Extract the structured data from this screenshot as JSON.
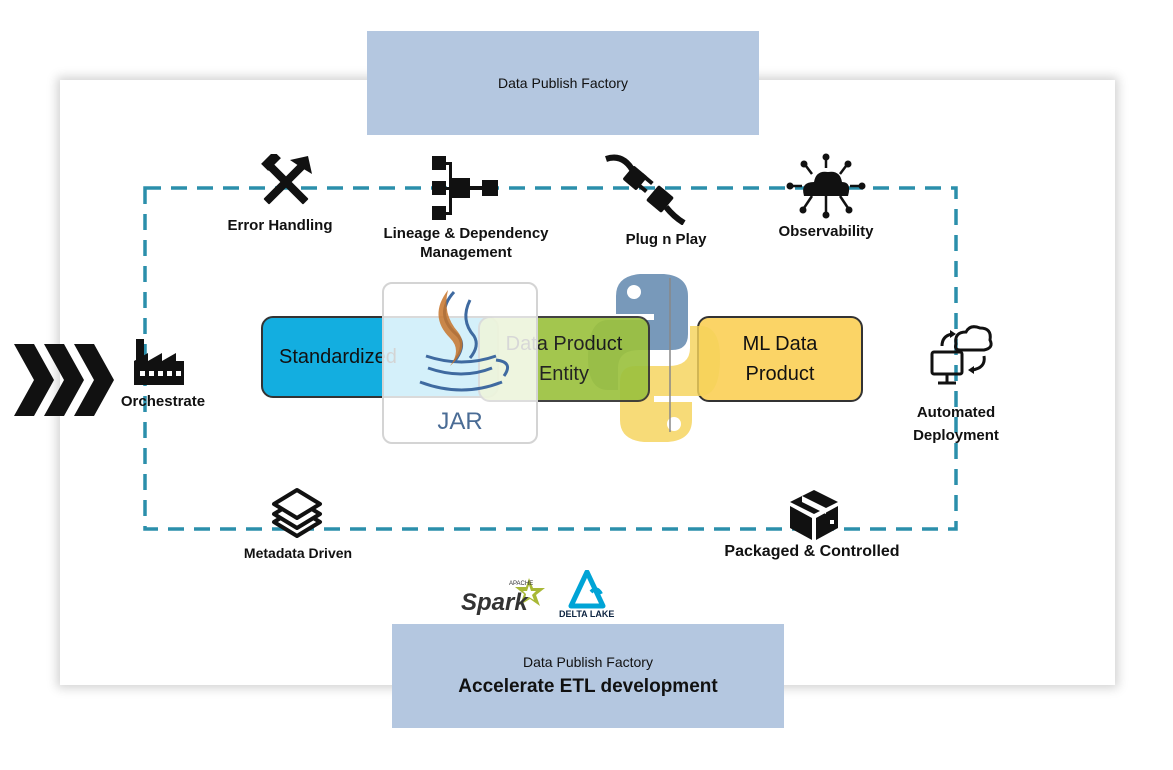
{
  "header_title": "Data Publish Factory",
  "features": {
    "error_handling": "Error Handling",
    "lineage_line1": "Lineage & Dependency",
    "lineage_line2": "Management",
    "plug_n_play": "Plug n Play",
    "observability": "Observability",
    "orchestrate": "Orchestrate",
    "automated_line1": "Automated",
    "automated_line2": "Deployment",
    "metadata_driven": "Metadata Driven",
    "packaged_controlled": "Packaged & Controlled"
  },
  "products": {
    "standardized": "Standardized",
    "data_product_line1": "Data Product",
    "data_product_line2": "Entity",
    "ml_line1": "ML Data",
    "ml_line2": "Product"
  },
  "jar_label": "JAR",
  "logos": {
    "apache": "APACHE",
    "spark": "Spark",
    "delta_lake": "DELTA LAKE"
  },
  "footer": {
    "title": "Data Publish Factory",
    "subtitle": "Accelerate ETL development"
  },
  "colors": {
    "box_fill": "#b4c7e0",
    "dashed_line": "#2b8fab",
    "standardized_fill": "#13aee0",
    "data_product_fill": "#9cc23f",
    "ml_product_fill": "#fbd466",
    "python_blue": "#5a83ab",
    "python_yellow": "#f5d35a"
  }
}
